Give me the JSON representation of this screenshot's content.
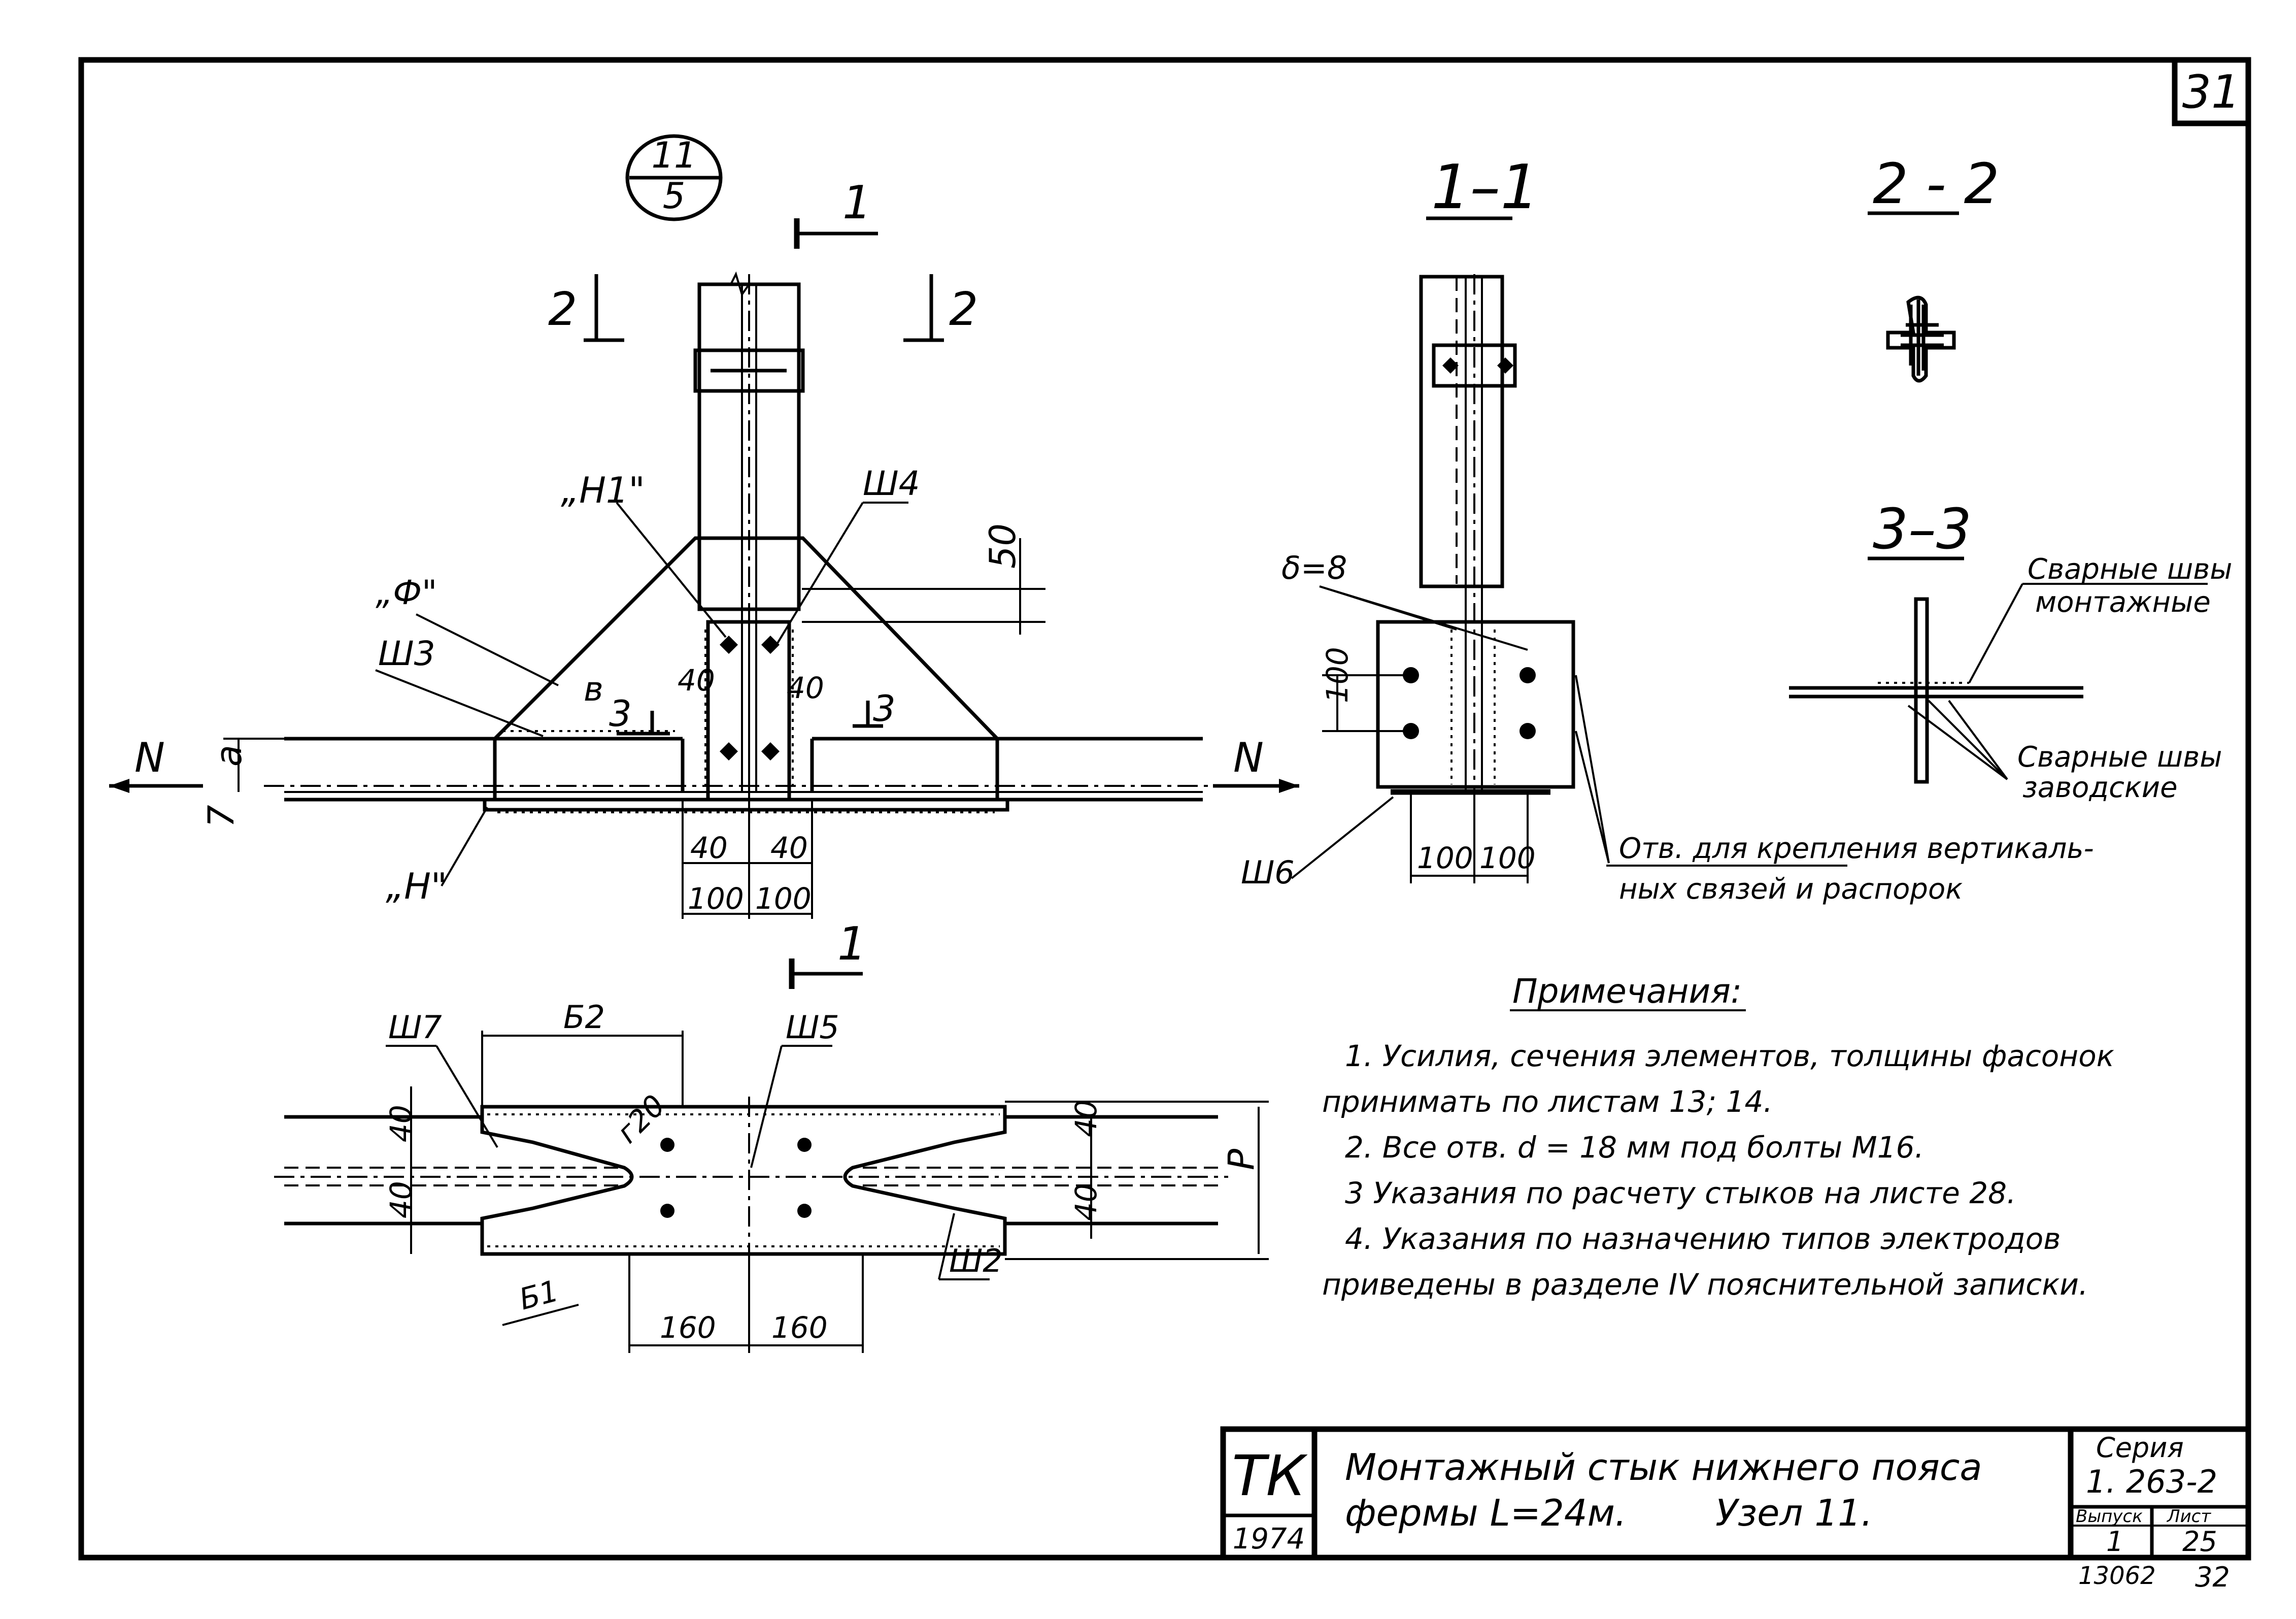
{
  "sheet_number": "31",
  "node_callout": {
    "top": "11",
    "bottom": "5"
  },
  "section_marks": {
    "s1": "1",
    "s2": "2",
    "s3": "3"
  },
  "section_titles": {
    "sec_1_1": "1–1",
    "sec_2_2": "2 - 2",
    "sec_3_3": "3–3"
  },
  "labels": {
    "H1": "„Н1\"",
    "F": "„Ф\"",
    "Sh3": "Ш3",
    "Sh4": "Ш4",
    "B": "в",
    "H": "„Н\"",
    "Sh6": "Ш6",
    "Sh7": "Ш7",
    "Sh5": "Ш5",
    "Sh2": "Ш2",
    "B2": "Б2",
    "B1": "Б1",
    "N_left": "N",
    "N_right": "N",
    "a": "а",
    "seven": "7",
    "P": "Р",
    "r20": "г20",
    "delta8": "δ=8"
  },
  "dimensions": {
    "d50": "50",
    "d40a": "40",
    "d40b": "40",
    "d40c": "40",
    "d40d": "40",
    "d100a": "100",
    "d100b": "100",
    "d100_v": "100",
    "d100c": "100",
    "d100d": "100",
    "p40a": "40",
    "p40b": "40",
    "p40c": "40",
    "p40d": "40",
    "d160a": "160",
    "d160b": "160"
  },
  "weld_labels": {
    "field": [
      "Сварные швы",
      "монтажные"
    ],
    "factory": [
      "Сварные швы",
      "заводские"
    ]
  },
  "holes_note": [
    "Отв. для крепления вертикаль-",
    "ных связей и распорок"
  ],
  "notes": {
    "title": "Примечания:",
    "lines": [
      "1. Усилия, сечения элементов, толщины фасонок",
      "принимать по листам 13; 14.",
      "2. Все отв. d = 18 мм под болты М16.",
      "3 Указания по расчету стыков на листе 28.",
      "4. Указания по назначению типов электродов",
      "приведены в разделе IV пояснительной записки."
    ]
  },
  "title_block": {
    "org": "ТК",
    "year": "1974",
    "title_line1": "Монтажный стык нижнего пояса",
    "title_line2": "фермы L=24м.",
    "node": "Узел 11.",
    "series_label": "Серия",
    "series_value": "1. 263-2",
    "issue_label": "Выпуск",
    "issue_value": "1",
    "sheet_label": "Лист",
    "sheet_value": "25"
  },
  "footer": {
    "inv": "13062",
    "page": "32"
  }
}
